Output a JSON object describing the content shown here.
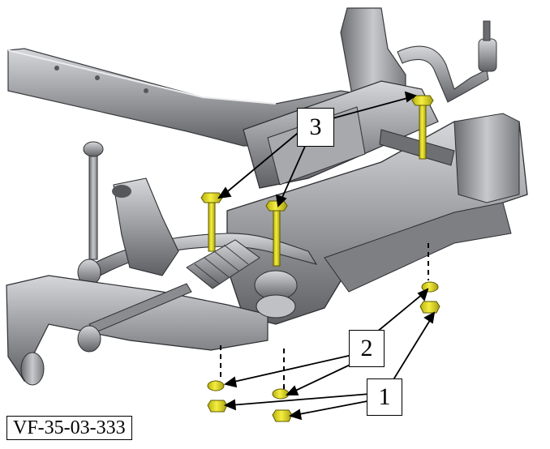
{
  "figure": {
    "reference_code": "VF-35-03-333",
    "callouts": [
      {
        "id": "callout-1",
        "label": "1"
      },
      {
        "id": "callout-2",
        "label": "2"
      },
      {
        "id": "callout-3",
        "label": "3"
      }
    ],
    "colors": {
      "fastener": "#e8e020",
      "metal_dark": "#5a5c60",
      "metal_mid": "#8c8e92",
      "metal_light": "#c4c6ca",
      "leader_line": "#000000"
    }
  }
}
